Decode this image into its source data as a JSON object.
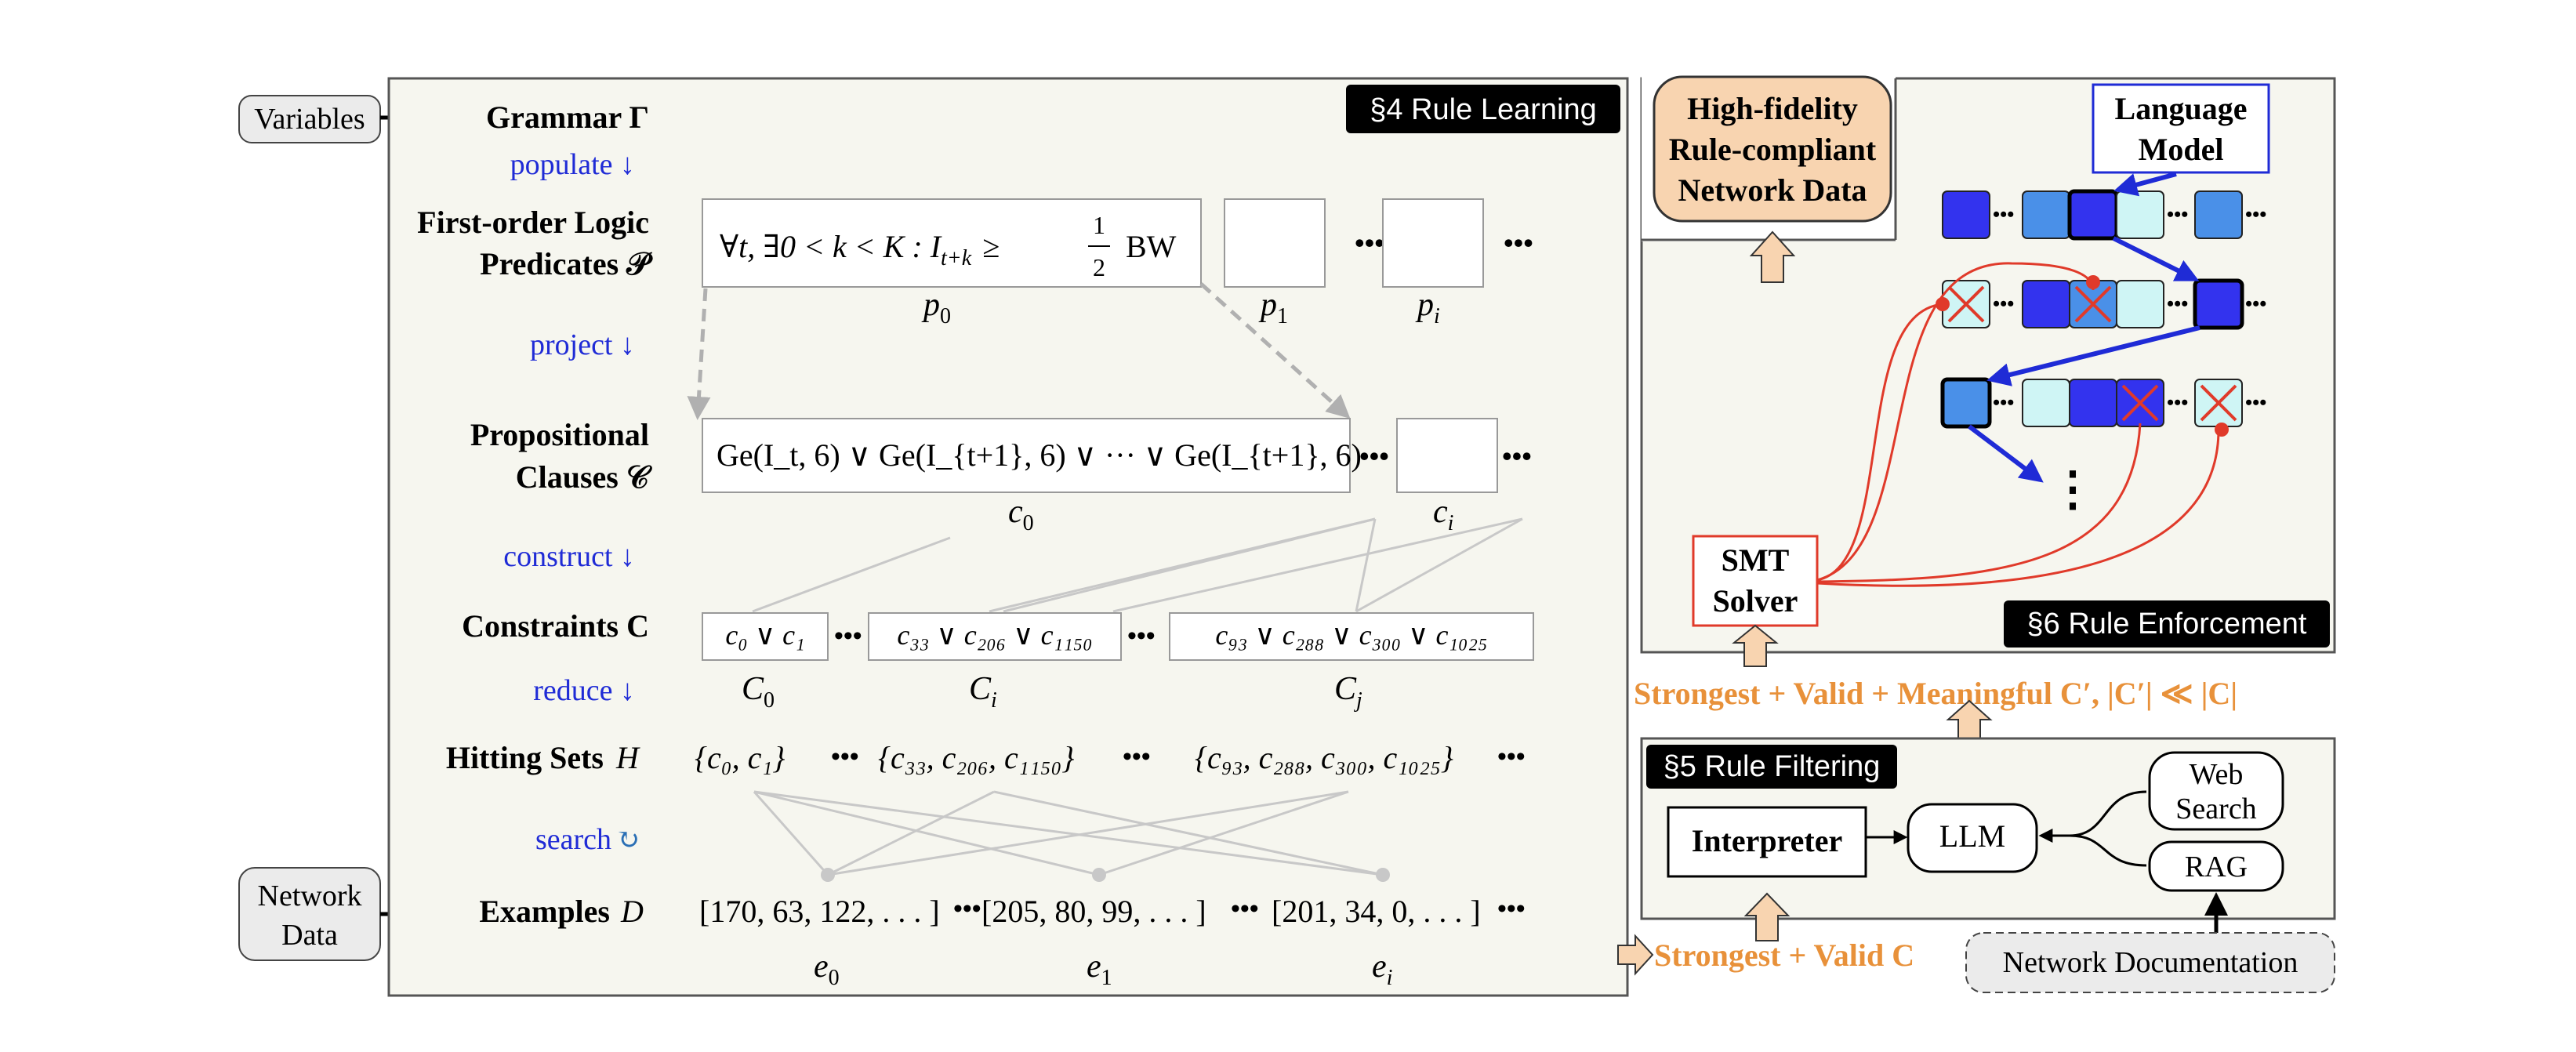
{
  "colors": {
    "panel_fill": "#f6f6ef",
    "panel_stroke": "#555555",
    "blue_label": "#1f2bd6",
    "orange": "#e8913a",
    "orange_fill": "#f8d4b0",
    "red": "#e03a2a",
    "token_dark": "#3333ee",
    "token_mid": "#4a90e8",
    "token_light": "#cff5f5",
    "gray_line": "#c8c8c8"
  },
  "inputs": {
    "variables": "Variables",
    "network_data_line1": "Network",
    "network_data_line2": "Data"
  },
  "rule_learning": {
    "section_label": "§4 Rule Learning",
    "grammar": "Grammar Γ",
    "populate": "populate ↓",
    "fol_line1": "First-order Logic",
    "fol_line2": "Predicates 𝒫",
    "p0_formula": "∀t, ∃0 < k < K : I",
    "p0_sub": "t+k",
    "p0_rhs": "≥",
    "p0_half_num": "1",
    "p0_half_den": "2",
    "p0_bw": "BW",
    "p0": "p",
    "p0_idx": "0",
    "p1": "p",
    "p1_idx": "1",
    "pi": "p",
    "pi_idx": "i",
    "project": "project ↓",
    "prop_line1": "Propositional",
    "prop_line2": "Clauses 𝒞",
    "c0_formula": "Ge(I_t, 6) ∨ Ge(I_{t+1}, 6) ∨ ··· ∨ Ge(I_{t+1}, 6)",
    "c0": "c",
    "c0_idx": "0",
    "ci": "c",
    "ci_idx": "i",
    "construct": "construct ↓",
    "constraints": "Constraints C",
    "C0_box": "c₀ ∨ c₁",
    "Ci_box": "c₃₃ ∨ c₂₀₆ ∨ c₁₁₅₀",
    "Cj_box": "c₉₃ ∨ c₂₈₈ ∨ c₃₀₀ ∨ c₁₀₂₅",
    "C0": "C",
    "C0_idx": "0",
    "Ci": "C",
    "Ci_idx": "i",
    "Cj": "C",
    "Cj_idx": "j",
    "reduce": "reduce ↓",
    "hitting_sets": "Hitting Sets",
    "hitting_sets_var": "H",
    "H0": "{c₀, c₁}",
    "Hi": "{c₃₃, c₂₀₆, c₁₁₅₀}",
    "Hj": "{c₉₃, c₂₈₈, c₃₀₀, c₁₀₂₅}",
    "search": "search",
    "search_icon_glyph": "↻",
    "examples": "Examples",
    "examples_var": "D",
    "e0_vals": "[170, 63, 122, . . . ]",
    "e1_vals": "[205, 80, 99, . . . ]",
    "ei_vals": "[201, 34, 0, . . . ]",
    "e0": "e",
    "e0_idx": "0",
    "e1": "e",
    "e1_idx": "1",
    "ei": "e",
    "ei_idx": "i",
    "ellipsis": "•••"
  },
  "rule_enforcement": {
    "output_line1": "High-fidelity",
    "output_line2": "Rule-compliant",
    "output_line3": "Network Data",
    "language_model_line1": "Language",
    "language_model_line2": "Model",
    "smt_line1": "SMT",
    "smt_line2": "Solver",
    "section_label": "§6 Rule Enforcement",
    "vertical_ellipsis": "⋮"
  },
  "rule_filtering": {
    "strongest_valid_meaningful": "Strongest + Valid + Meaningful C′, |C′| ≪ |C|",
    "section_label": "§5 Rule Filtering",
    "interpreter": "Interpreter",
    "llm": "LLM",
    "web_search_line1": "Web",
    "web_search_line2": "Search",
    "rag": "RAG",
    "strongest_valid": "Strongest + Valid C",
    "network_documentation": "Network Documentation"
  }
}
